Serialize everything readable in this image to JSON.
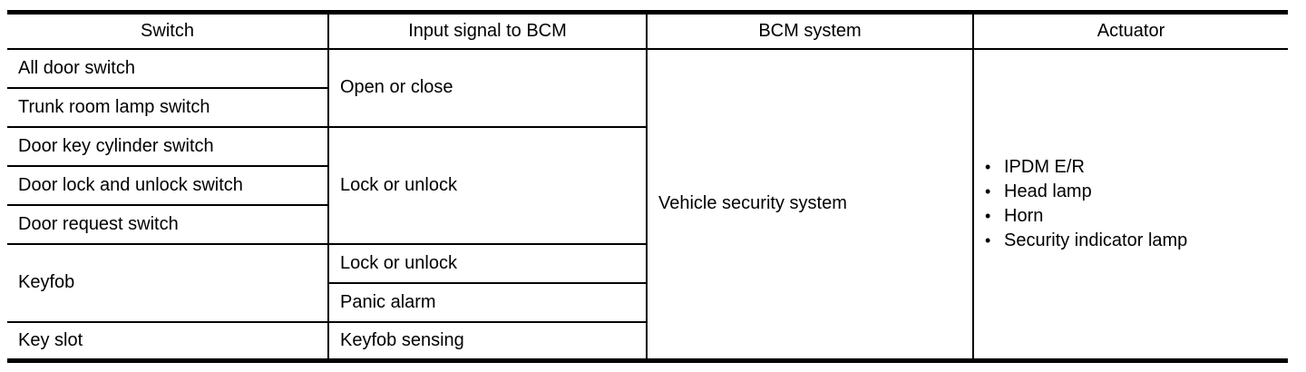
{
  "table": {
    "headers": [
      "Switch",
      "Input signal to BCM",
      "BCM system",
      "Actuator"
    ],
    "switches": {
      "all_door": "All door switch",
      "trunk_room_lamp": "Trunk room lamp switch",
      "door_key_cylinder": "Door key cylinder switch",
      "door_lock_and_unlock": "Door lock and unlock switch",
      "door_request": "Door request switch",
      "keyfob": "Keyfob",
      "key_slot": "Key slot"
    },
    "input_signals": {
      "open_or_close": "Open or close",
      "lock_or_unlock_group": "Lock or unlock",
      "lock_or_unlock_keyfob": "Lock or unlock",
      "panic_alarm": "Panic alarm",
      "keyfob_sensing": "Keyfob sensing"
    },
    "bcm_system": "Vehicle security system",
    "actuators": [
      "IPDM E/R",
      "Head lamp",
      "Horn",
      "Security indicator lamp"
    ],
    "bullet_icon": "•"
  }
}
